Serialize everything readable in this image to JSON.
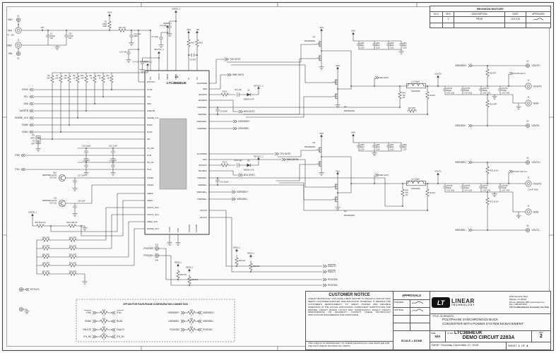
{
  "revision_history": {
    "title": "REVISION HISTORY",
    "columns": [
      "ECO",
      "REV",
      "DESCRIPTION",
      "DATE",
      "APPROVED"
    ],
    "row": {
      "eco": "",
      "rev": "2",
      "description": "PROD",
      "date": "12/17/15",
      "approved": ""
    }
  },
  "ic": {
    "ref": "U1",
    "part": "LTC3884EUK",
    "left_pins": [
      "EXTVCC",
      "SYNC",
      "SCL",
      "SDA",
      "ALERTB",
      "SHARE_CLK",
      "RUN0",
      "RUN1",
      "WP",
      "ITH_R0",
      "ITH0",
      "ITH_R1",
      "ITH1",
      "TSNS0",
      "TSNS1",
      "ASEL0",
      "ASEL1",
      "VOUT0_CFG",
      "VOUT1_CFG",
      "FREQ_CFG",
      "PHASE_CFG"
    ],
    "right_pins": [
      "TG0/PWM0",
      "SW0",
      "BOOST0",
      "BG0/EN0",
      "ISENSE0+",
      "ISENSE0-",
      "VSENSE0+",
      "VSENSE0-",
      "TG1/PWM1",
      "SW1",
      "BOOST1",
      "BG1/EN1",
      "ISENSE1+",
      "ISENSE1-",
      "VSENSE1+",
      "VSENSE1-",
      "FAULT0",
      "FAULT1"
    ],
    "top_pins": [
      "VIN",
      "INTVCC",
      "VDD25",
      "VDD33",
      "IN-",
      "IN+"
    ],
    "bottom_pins": [
      "PGND",
      "GND",
      "PGOOD1",
      "PGOOD0"
    ]
  },
  "input": {
    "e1": "E1",
    "vin_plus": "VIN+",
    "j1": "J1",
    "vin": "VIN",
    "range": "7V - 14V",
    "j2": "J2",
    "gnd": "GND",
    "e2": "E2",
    "vin_minus": "VIN-",
    "vin_net": "VIN",
    "c2_ref": "C2",
    "c2_val": "270µF",
    "c2_v": "16V",
    "c32_ref": "C32",
    "c32_val": "270µF",
    "c32_v": "16V",
    "r1_ref": "R1",
    "r1_val": "0.002",
    "r1_pkg": "2010",
    "vin1": "VIN1",
    "r2": "R2  1  1%",
    "c9": "C9  2.2µF",
    "c9_pkg": "0805",
    "extvcc": "EXTVCC",
    "c3": "C3  4.7µF"
  },
  "rails": {
    "vdd33": "VDD33_1",
    "c1": "C1  2.2µF",
    "vdd25": "VDD25_1",
    "c7": "C7  1.0µF",
    "intvcc": "INTVCC_1",
    "c4": "C4  4.7µF",
    "vin1": "VIN1",
    "vin": "VIN",
    "r3": "R3  0",
    "r4": "R4  0",
    "c5": "C5  OPT"
  },
  "pullups": {
    "refs": [
      "R6",
      "R7",
      "R8",
      "R9",
      "R10",
      "R11",
      "R12",
      "R13"
    ],
    "vals": [
      "10K",
      "10K",
      "10K",
      "2k",
      "10K",
      "2k",
      "2k",
      "2k"
    ],
    "signals": [
      "SYNC",
      "SCL",
      "SDA",
      "ALERTB",
      "SHARE_CLK",
      "RUN0",
      "RUN1"
    ],
    "jp1": "JP1",
    "wp": "WP1",
    "on": "ON",
    "off": "OFF"
  },
  "ith": {
    "c10": "C10  150pF",
    "c11": "C11  3.3nF",
    "c12": "C12  OPT",
    "c13": "C13  OPT",
    "ith0": "ITH0",
    "ith1": "ITH1"
  },
  "tsns": {
    "q10": "Q10",
    "q10_part": "MMBT3906-AL3-R",
    "q10_pkg": "SOT-323",
    "c17": "C17  10nF",
    "q9": "Q9",
    "q9_part": "MMBT3906-AL3-R",
    "q9_pkg": "SOT-323",
    "c14": "C14  10nF"
  },
  "config": {
    "vdd25": "VDD25_1",
    "r22": "R22  30.1k 1%",
    "r23": "R23  1.96k 1%",
    "opt_rows": [
      [
        "R25  OPT",
        "R26  OPT"
      ],
      [
        "R27  OPT",
        "R28  OPT"
      ],
      [
        "R31  OPT",
        "R32  OPT"
      ],
      [
        "R35  OPT",
        "R36  OPT"
      ],
      [
        "R37  OPT",
        "R38  OPT"
      ]
    ]
  },
  "pgood": {
    "e13": "E13",
    "net0": "PGOOD0",
    "e14": "E14",
    "net1": "PGOOD1",
    "vdd33": "VDD33_1",
    "r33": "R33  10K",
    "r34": "R34  10K",
    "r29": "R29  10K",
    "r30": "R30  10K",
    "fault0": "FAULT0",
    "fault1": "FAULT1"
  },
  "ch0": {
    "tg": "TG0  SHT3",
    "sw": "SW0  SHT3",
    "bg": "BG0  SHT3",
    "r15": "R15  0",
    "c6": "C6  0.1µF",
    "d1": "D1",
    "d1_part": "CMDSH-3-TR",
    "intvcc": "INTVCC_1",
    "c8": "C8  220nF",
    "vsense_p": "VSENSE0+",
    "vsense_m": "VSENSE0-",
    "q1": "Q1",
    "q1_part": "BSG0811ND",
    "q2": "Q2",
    "q2_part": "BSG0811ND",
    "vin1": "VIN1",
    "cin_refs": [
      "CIN1",
      "CIN2",
      "CIN3",
      "CIN4"
    ],
    "cin_val": "22µF",
    "cin_pkg": "1210",
    "sw_l": "SW0  SHT3",
    "l1": "L1  0.25µH",
    "l1_part": "744301025",
    "r14_ref": "R14",
    "r14_val": "715",
    "r14_tol": "1%",
    "r113": "R113  0",
    "r17": "R17  OPT",
    "vout": "VOUT0",
    "cout_refs": [
      "COUT1",
      "COUT2"
    ],
    "cout_val": "100µF",
    "cout_vp": "6.3V 1210",
    "cout_big_refs": [
      "COUT3",
      "COUT4"
    ],
    "cout_big_val": "470µF",
    "cout_big_vp": "2.5V 7343",
    "r5": "R5  OPT",
    "r16": "R16  OPT",
    "e3": "E3",
    "vout_p": "VOUT0+",
    "vout_sht": "VOUT0  SHT 3",
    "j3": "J3",
    "vout_t": "VOUT0",
    "j4": "J4",
    "gnd": "GND",
    "e4": "E4",
    "vout_m": "VOUT0-"
  },
  "ch1": {
    "tg": "TG1  SHT3",
    "sw": "SW1  SHT3",
    "bg": "BG1  SHT3",
    "r19": "R19  0",
    "c15": "C15  0.1µF",
    "d2": "D2",
    "d2_part": "CMDSH-3-TR",
    "intvcc": "INTVCC_1",
    "c16": "C16  220nF",
    "vsense_p": "VSENSE1+",
    "vsense_m": "VSENSE1-",
    "q3": "Q3",
    "q3_part": "BSG0811ND",
    "q4": "Q4",
    "q4_part": "BSG0811ND",
    "vin1": "VIN1",
    "cin_refs": [
      "CIN5",
      "CIN6",
      "CIN7",
      "CIN8"
    ],
    "cin_val": "22µF",
    "cin_pkg": "1210",
    "sw_l": "SW1  SHT3",
    "l2": "L2  0.25µH",
    "l2_part": "744301025",
    "r20_ref": "R20",
    "r20_val": "715",
    "r20_tol": "1%",
    "r114": "R114  0",
    "vout": "VOUT1",
    "cout_refs": [
      "COUT5",
      "COUT6"
    ],
    "cout_val": "100µF",
    "cout_vp": "6.3V 1210",
    "cout_big_refs": [
      "COUT7",
      "COUT8"
    ],
    "cout_big_val": "470µF",
    "cout_big_vp": "2.5V 7343",
    "r18": "R18  10 1%",
    "r21": "R21  10 1%",
    "e5": "E5",
    "vout_p": "VOUT1+",
    "vout_sht": "VOUT1  SHT 2,3",
    "j5": "J5",
    "vout_t": "VOUT1",
    "rating": "1.0V AT 160A",
    "j6": "J6",
    "gnd": "GND",
    "e6": "E6",
    "vout_m": "VOUT1-"
  },
  "optbox": {
    "title": "OPTION FOR FOUR-PHASE CONFIGURATION CONNECTION",
    "left": [
      {
        "a": "ITH0",
        "r": "R39",
        "v": "0",
        "b": "ITH1"
      },
      {
        "a": "RUN0",
        "r": "R42",
        "v": "0",
        "b": "RUN1"
      },
      {
        "a": "FAULT0",
        "r": "R45",
        "v": "0",
        "b": "FAULT1"
      },
      {
        "a": "ITH_R0",
        "r": "R156",
        "v": "0",
        "b": "ITH_R1"
      }
    ],
    "right": [
      {
        "a": "VSENSE0+",
        "r": "R40",
        "v": "0",
        "b": "VSENSE1+"
      },
      {
        "a": "VSENSE0-",
        "r": "R43",
        "v": "0",
        "b": "VSENSE1-"
      },
      {
        "a": "PGOOD0",
        "r": "R46",
        "v": "0",
        "b": "PGOOD1"
      }
    ]
  },
  "corner": {
    "extvcc": "EXTVCC"
  },
  "title_block": {
    "customer_notice": {
      "title": "CUSTOMER NOTICE",
      "body": "LINEAR TECHNOLOGY HAS MADE A BEST EFFORT TO DESIGN A CIRCUIT THAT MEETS CUSTOMER-SUPPLIED SPECIFICATIONS; HOWEVER, IT REMAINS THE CUSTOMER'S RESPONSIBILITY TO VERIFY PROPER AND RELIABLE OPERATION IN THE ACTUAL APPLICATION. COMPONENT SUBSTITUTION AND PRINTED CIRCUIT BOARD LAYOUT MAY SIGNIFICANTLY AFFECT CIRCUIT PERFORMANCE OR RELIABILITY. CONTACT LINEAR TECHNOLOGY APPLICATIONS ENGINEERING FOR ASSISTANCE.",
      "footer": "THIS CIRCUIT IS PROPRIETARY TO LINEAR TECHNOLOGY AND SUPPLIED FOR USE WITH LINEAR TECHNOLOGY PARTS."
    },
    "approvals": {
      "title": "APPROVALS",
      "rows": [
        "PCB DES.",
        "APP ENG."
      ],
      "scale": "SCALE = NONE"
    },
    "company": {
      "lt": "LT",
      "name1": "LINEAR",
      "name2": "TECHNOLOGY",
      "addr1": "1630 McCarthy Blvd.",
      "addr2": "Milpitas, CA 95035",
      "addr3": "Phone: (408)432-1900   www.linear.com",
      "addr4": "Fax: (408)434-0507",
      "conf": "LTC Confidential-For Customer Use Only"
    },
    "title_label": "TITLE:  SCHEMATIC",
    "t2": "POLYPHASE SYNCHRONOUS BUCK",
    "t3": "CONVERTER WITH POWER SYSTEM MANAGEMENT",
    "size_label": "SIZE",
    "size": "N/A",
    "icno_label": "IC NO.",
    "part": "LTC3884EUK",
    "circuit": "DEMO CIRCUIT 2283A",
    "rev_label": "REV.",
    "rev": "2",
    "date_label": "DATE:",
    "date": "Thursday, December 17, 2015",
    "sheet_label": "SHEET",
    "sheet_no": "1",
    "of_label": "OF",
    "total": "4"
  }
}
